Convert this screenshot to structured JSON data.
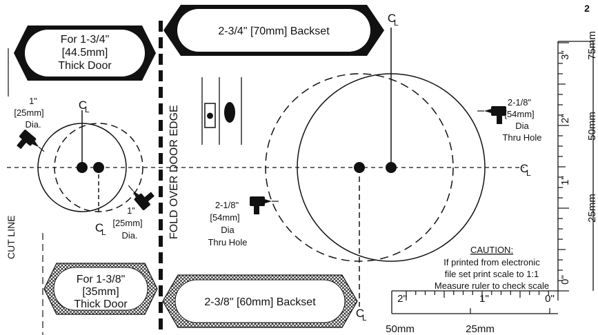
{
  "page_number": "2",
  "thick_door_box": {
    "line1": "For 1-3/4\"",
    "line2": "[44.5mm]",
    "line3": "Thick Door"
  },
  "thin_door_box": {
    "line1": "For 1-3/8\"",
    "line2": "[35mm]",
    "line3": "Thick Door"
  },
  "backset_70_label": "2-3/4\" [70mm] Backset",
  "backset_60_label": "2-3/8\" [60mm] Backset",
  "fold_label": "FOLD OVER DOOR EDGE",
  "cut_line_label": "CUT LINE",
  "centerline_symbol": "CL",
  "small_hole_top": {
    "line1": "1\"",
    "line2": "[25mm]",
    "line3": "Dia."
  },
  "small_hole_bottom": {
    "line1": "1\"",
    "line2": "[25mm]",
    "line3": "Dia."
  },
  "large_hole_right": {
    "line1": "2-1/8\"",
    "line2": "[54mm]",
    "line3": "Dia",
    "line4": "Thru Hole"
  },
  "large_hole_left": {
    "line1": "2-1/8\"",
    "line2": "[54mm]",
    "line3": "Dia",
    "line4": "Thru Hole"
  },
  "caution": {
    "title": "CAUTION:",
    "line1": "If printed from electronic",
    "line2": "file set print scale to 1:1",
    "line3": "Measure ruler to check scale"
  },
  "vertical_ruler": {
    "inch_labels": [
      "3\"",
      "2\"",
      "1\"",
      "0\""
    ],
    "mm_labels": [
      "75mm",
      "50mm",
      "25mm"
    ]
  },
  "horizontal_ruler": {
    "inch_labels": [
      "2\"",
      "1\"",
      "0\""
    ],
    "mm_labels": [
      "50mm",
      "25mm"
    ]
  },
  "icons": [
    "drill-icon",
    "hinge-icon",
    "centerline-symbol"
  ]
}
